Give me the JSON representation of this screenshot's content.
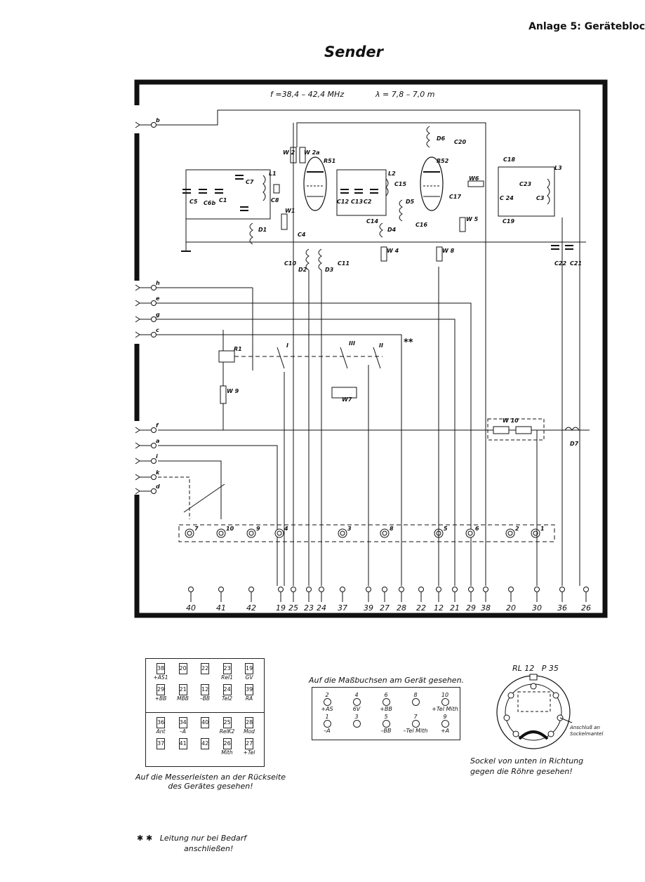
{
  "header": {
    "section": "Anlage 5:",
    "title": "Gerätebloc"
  },
  "page_title": "Sender",
  "schematic": {
    "freq": "f =38,4 – 42,4 MHz",
    "wavelength": "λ = 7,8 – 7,0 m",
    "input_terminals": [
      "b",
      "h",
      "e",
      "g",
      "c",
      "f",
      "a",
      "i",
      "k",
      "d"
    ],
    "components": [
      "C5",
      "C6b",
      "C1",
      "C7",
      "L1",
      "C8",
      "W1",
      "D1",
      "C4",
      "W 2",
      "W 2a",
      "R51",
      "C12",
      "C13",
      "C2",
      "L2",
      "C15",
      "C14",
      "D4",
      "D5",
      "C16",
      "D6",
      "C20",
      "R52",
      "W6",
      "C17",
      "W 5",
      "C18",
      "C23",
      "C 24",
      "C3",
      "L3",
      "C19",
      "C22",
      "C21",
      "W 4",
      "W 8",
      "C10",
      "C11",
      "D2",
      "D3",
      "R1",
      "W 9",
      "W7",
      "I",
      "III",
      "II",
      "W 10",
      "D7"
    ],
    "socket_pins": [
      "7",
      "10",
      "9",
      "4",
      "3",
      "8",
      "5",
      "6",
      "2",
      "1"
    ],
    "bottom_pins": [
      "40",
      "41",
      "42",
      "19",
      "25",
      "23",
      "24",
      "37",
      "39",
      "27",
      "28",
      "22",
      "12",
      "21",
      "29",
      "38",
      "20",
      "30",
      "36",
      "26"
    ],
    "note_marker": "**"
  },
  "connector_table": {
    "top_rows": [
      [
        {
          "n": "38",
          "l": "+AS1"
        },
        {
          "n": "20",
          "l": ""
        },
        {
          "n": "22",
          "l": ""
        },
        {
          "n": "23",
          "l": "Rel1"
        },
        {
          "n": "19",
          "l": "GV"
        }
      ],
      [
        {
          "n": "29",
          "l": "+BB"
        },
        {
          "n": "21",
          "l": "MBB"
        },
        {
          "n": "12",
          "l": "–BB"
        },
        {
          "n": "24",
          "l": "Tel2"
        },
        {
          "n": "39",
          "l": "RA"
        }
      ]
    ],
    "bottom_rows": [
      [
        {
          "n": "36",
          "l": "Ant"
        },
        {
          "n": "34",
          "l": "–A"
        },
        {
          "n": "40",
          "l": ""
        },
        {
          "n": "25",
          "l": "RelK2"
        },
        {
          "n": "28",
          "l": "Mod"
        }
      ],
      [
        {
          "n": "37",
          "l": ""
        },
        {
          "n": "41",
          "l": ""
        },
        {
          "n": "42",
          "l": ""
        },
        {
          "n": "26",
          "l": "Mith"
        },
        {
          "n": "27",
          "l": "+Tel"
        }
      ]
    ],
    "caption_line1": "Auf die Messerleisten an der Rückseite",
    "caption_line2": "des Gerätes gesehen!"
  },
  "measure_sockets": {
    "title": "Auf die Maßbuchsen am Gerät gesehen.",
    "top": [
      {
        "n": "2",
        "l": "+AS"
      },
      {
        "n": "4",
        "l": "6V"
      },
      {
        "n": "6",
        "l": "+BB"
      },
      {
        "n": "8",
        "l": ""
      },
      {
        "n": "10",
        "l": "+Tel Mith"
      }
    ],
    "bottom": [
      {
        "n": "1",
        "l": "–A"
      },
      {
        "n": "3",
        "l": ""
      },
      {
        "n": "5",
        "l": "–BB"
      },
      {
        "n": "7",
        "l": "–Tel Mith"
      },
      {
        "n": "9",
        "l": "+A"
      }
    ]
  },
  "tube_socket": {
    "label1": "RL 12",
    "label2": "P 35",
    "side_note1": "Anschluß an",
    "side_note2": "Sockelmantel",
    "caption_line1": "Sockel von unten in Richtung",
    "caption_line2": "gegen die Röhre gesehen!"
  },
  "footnote": {
    "marker": "✱ ✱",
    "line1": "Leitung  nur bei Bedarf",
    "line2": "anschließen!"
  }
}
